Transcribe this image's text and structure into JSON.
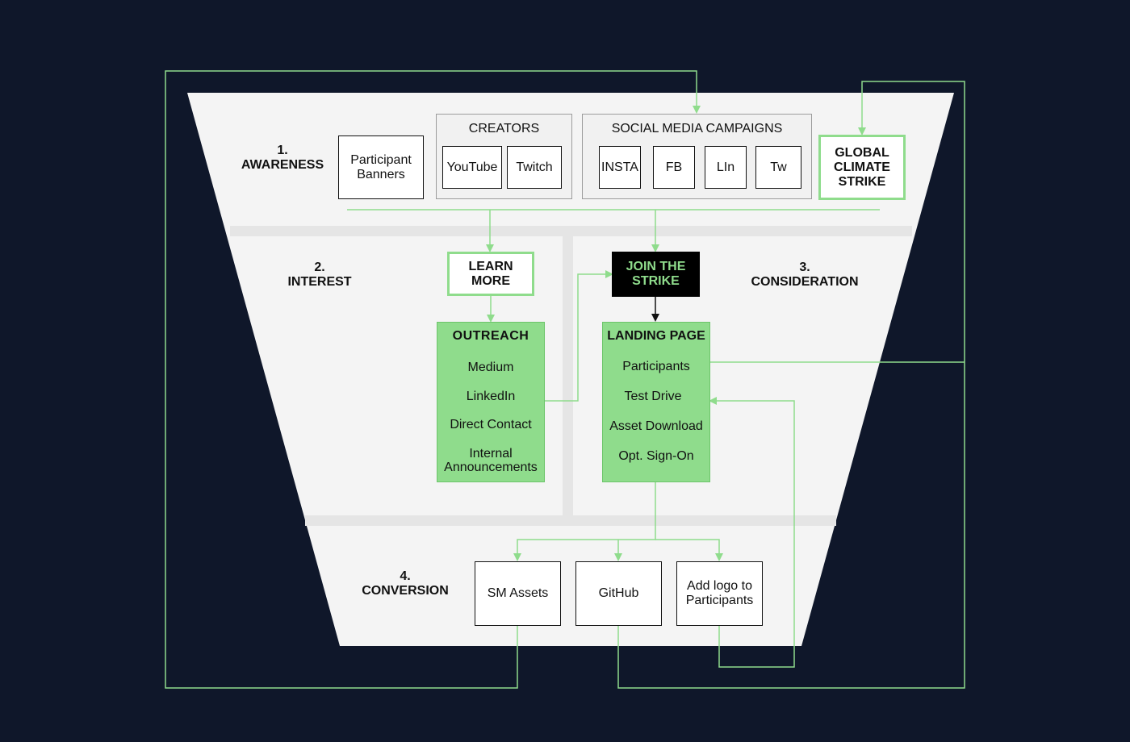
{
  "stages": {
    "awareness": [
      "1.",
      "AWARENESS"
    ],
    "interest": [
      "2.",
      "INTEREST"
    ],
    "consideration": [
      "3.",
      "CONSIDERATION"
    ],
    "conversion": [
      "4.",
      "CONVERSION"
    ]
  },
  "awareness": {
    "participant_banners": "Participant Banners",
    "creators_title": "CREATORS",
    "creators": [
      "YouTube",
      "Twitch"
    ],
    "social_title": "SOCIAL MEDIA CAMPAIGNS",
    "social": [
      "INSTA",
      "FB",
      "LIn",
      "Tw"
    ],
    "global_climate_strike": "GLOBAL CLIMATE STRIKE"
  },
  "interest": {
    "learn_more": "LEARN MORE",
    "outreach_title": "OUTREACH",
    "outreach_items": [
      "Medium",
      "LinkedIn",
      "Direct Contact",
      "Internal Announcements"
    ]
  },
  "consideration": {
    "join_the_strike": "JOIN THE STRIKE",
    "landing_title": "LANDING PAGE",
    "landing_items": [
      "Participants",
      "Test Drive",
      "Asset Download",
      "Opt. Sign-On"
    ]
  },
  "conversion": {
    "items": [
      "SM Assets",
      "GitHub",
      "Add logo to Participants"
    ]
  },
  "colors": {
    "background": "#0f172a",
    "funnel": "#f4f4f4",
    "connector": "#8fdc8c",
    "green_fill": "#8fdc8c",
    "join_bg": "#000000",
    "join_text": "#8fdc8c"
  }
}
